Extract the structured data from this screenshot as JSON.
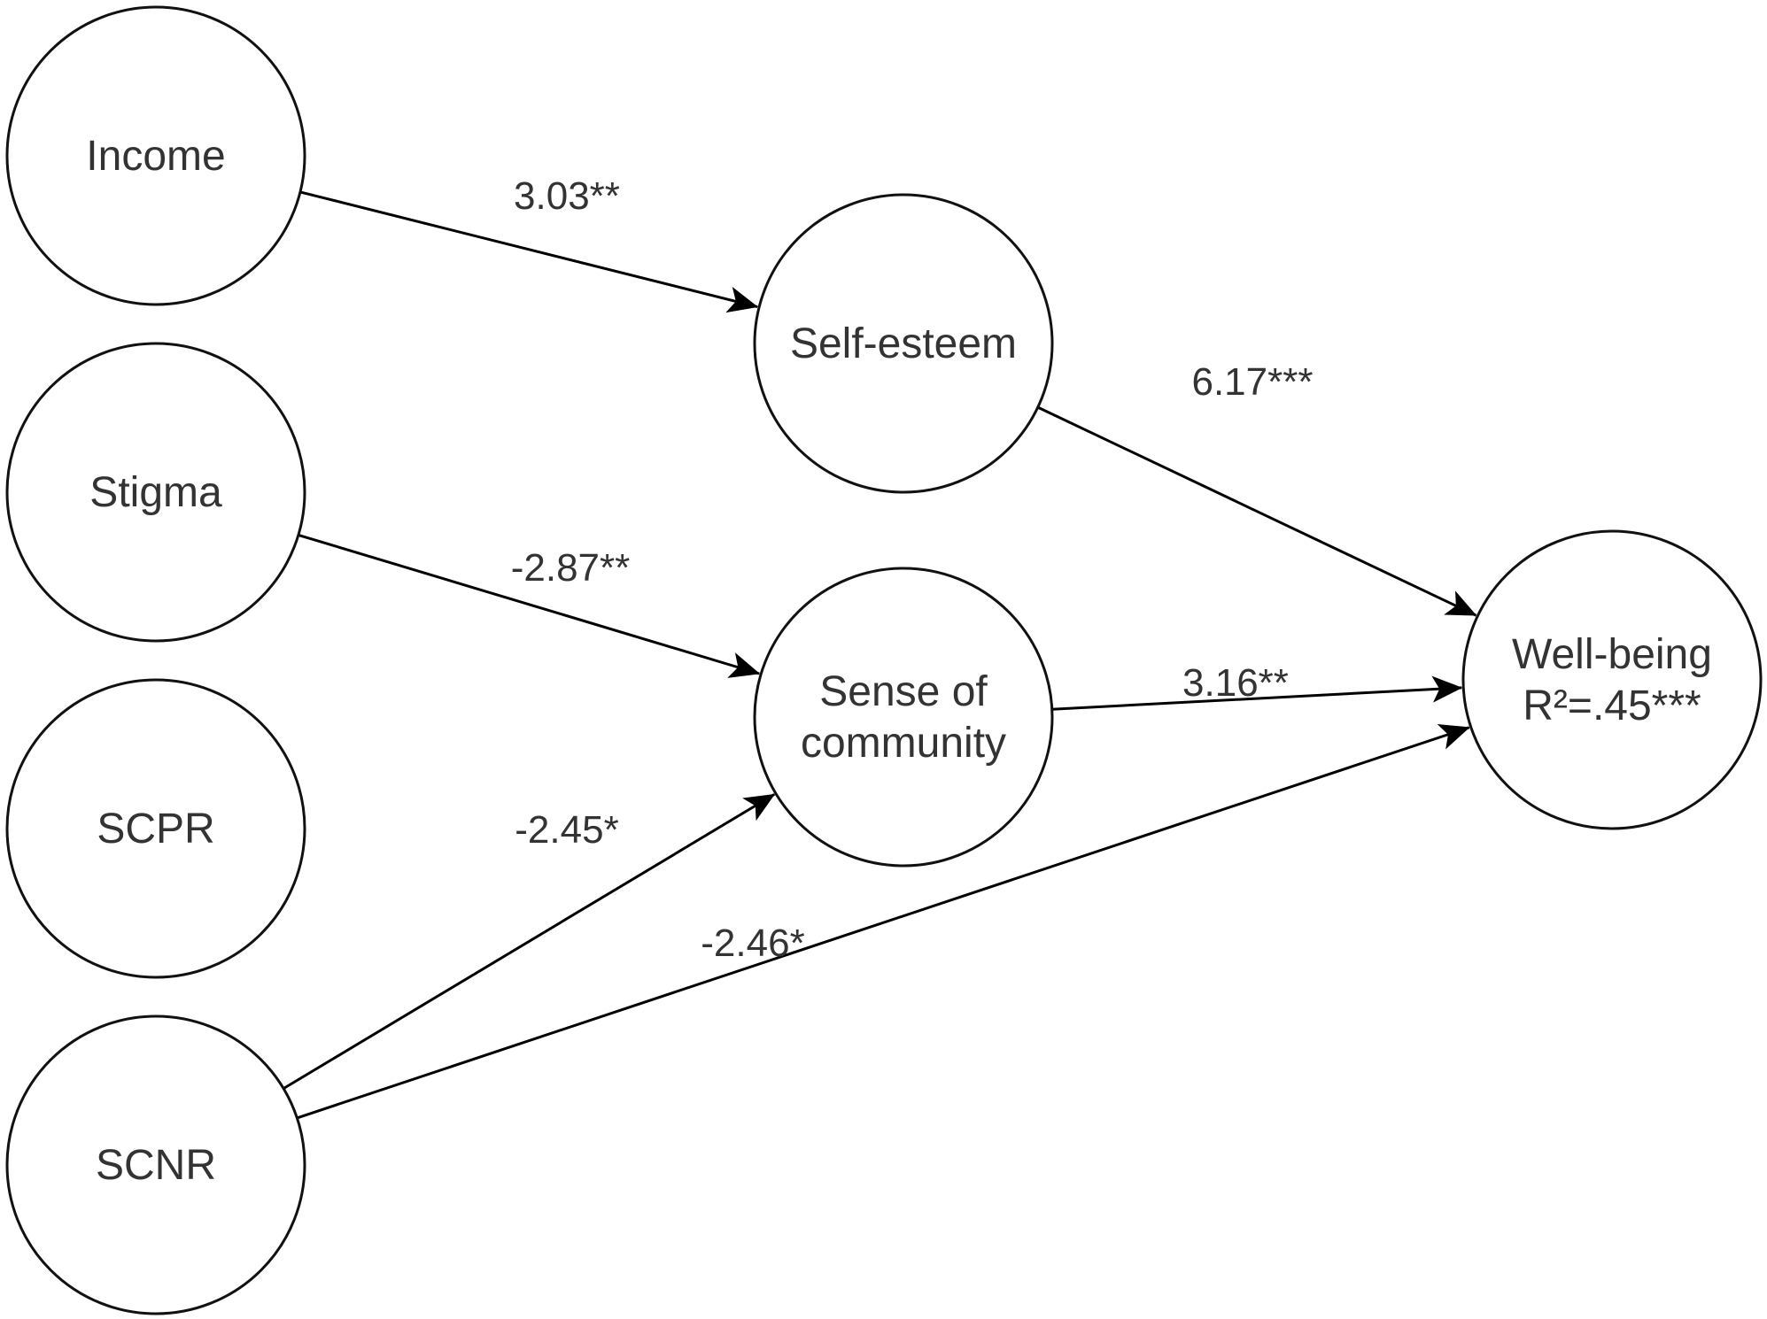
{
  "diagram": {
    "nodes": [
      {
        "id": "income",
        "lines": [
          "Income"
        ]
      },
      {
        "id": "stigma",
        "lines": [
          "Stigma"
        ]
      },
      {
        "id": "scpr",
        "lines": [
          "SCPR"
        ]
      },
      {
        "id": "scnr",
        "lines": [
          "SCNR"
        ]
      },
      {
        "id": "self-esteem",
        "lines": [
          "Self-esteem"
        ]
      },
      {
        "id": "sense-of-community",
        "lines": [
          "Sense of",
          "community"
        ]
      },
      {
        "id": "well-being",
        "lines": [
          "Well-being",
          "R²=.45***"
        ]
      }
    ],
    "edges": [
      {
        "id": "income-to-self-esteem",
        "from": "income",
        "to": "self-esteem",
        "label": "3.03**"
      },
      {
        "id": "stigma-to-sense-of-community",
        "from": "stigma",
        "to": "sense-of-community",
        "label": "-2.87**"
      },
      {
        "id": "scnr-to-sense-of-community",
        "from": "scnr",
        "to": "sense-of-community",
        "label": "-2.45*"
      },
      {
        "id": "scnr-to-well-being",
        "from": "scnr",
        "to": "well-being",
        "label": "-2.46*"
      },
      {
        "id": "self-esteem-to-well-being",
        "from": "self-esteem",
        "to": "well-being",
        "label": "6.17***"
      },
      {
        "id": "sense-of-community-to-well-being",
        "from": "sense-of-community",
        "to": "well-being",
        "label": "3.16**"
      }
    ]
  }
}
